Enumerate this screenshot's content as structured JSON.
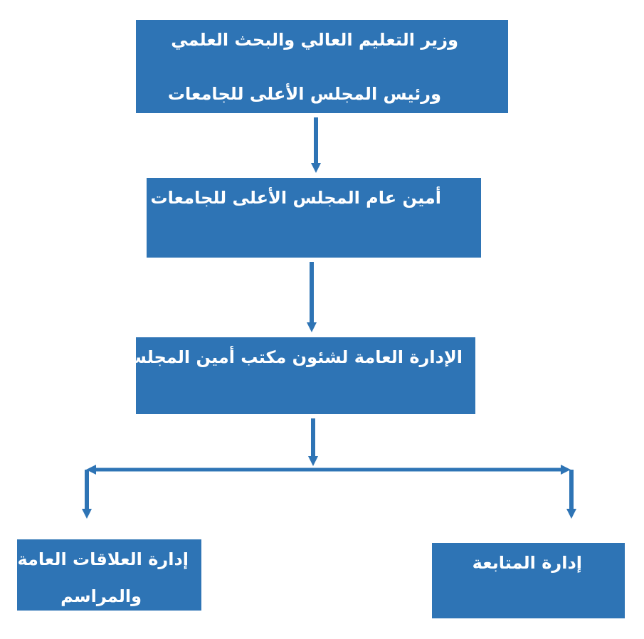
{
  "nodes": {
    "minister": {
      "line1": "وزير التعليم العالي والبحث العلمي",
      "line2": "ورئيس المجلس الأعلى للجامعات"
    },
    "secretary_general": {
      "line1": "أمين عام المجلس الأعلى للجامعات"
    },
    "general_directorate": {
      "line1": "الإدارة العامة لشئون مكتب أمين المجلس"
    },
    "public_relations": {
      "line1": "إدارة العلاقات العامة",
      "line2": "والمراسم"
    },
    "followup": {
      "line1": "إدارة المتابعة"
    }
  },
  "colors": {
    "box_fill": "#2e74b5",
    "connector": "#2e74b5",
    "text": "#ffffff"
  }
}
